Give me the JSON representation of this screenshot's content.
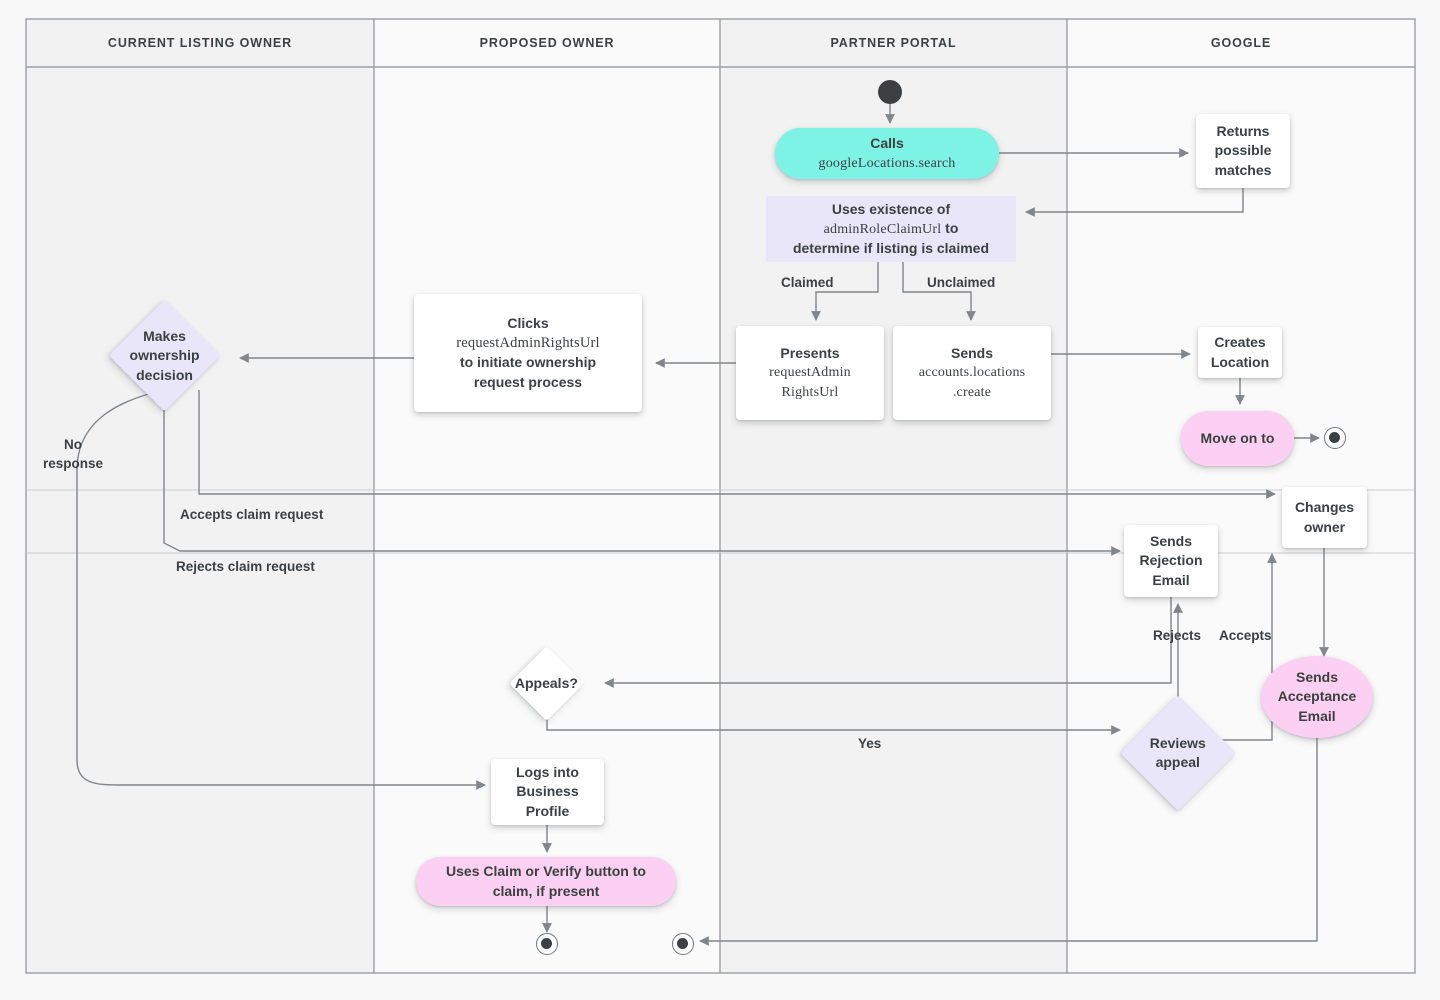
{
  "diagram": {
    "title": "Google Business Profile listing ownership transfer flow",
    "background": "#f8f8f8",
    "lane_fill_a": "#f2f2f2",
    "lane_fill_b": "#fafafa",
    "edge_color": "#80868b",
    "text_color": "#3c4043"
  },
  "lanes": [
    {
      "id": "current-listing-owner",
      "label": "CURRENT LISTING OWNER"
    },
    {
      "id": "proposed-owner",
      "label": "PROPOSED OWNER"
    },
    {
      "id": "partner-portal",
      "label": "PARTNER PORTAL"
    },
    {
      "id": "google",
      "label": "GOOGLE"
    }
  ],
  "nodes": {
    "start": {
      "name": "start-node",
      "shape": "filled-circle"
    },
    "calls_search": {
      "line1": "Calls",
      "line2": "googleLocations.search",
      "shape": "pill",
      "color": "#7df3e5"
    },
    "returns_matches": {
      "text": "Returns\npossible\nmatches",
      "shape": "box",
      "color": "#ffffff"
    },
    "uses_existence": {
      "line1": "Uses existence of",
      "line2": "adminRoleClaimUrl",
      "line2_suffix": " to",
      "line3": "determine if listing is claimed",
      "shape": "rect",
      "color": "#eae6f9"
    },
    "presents_url": {
      "line1": "Presents",
      "line2": "requestAdmin",
      "line3": "RightsUrl",
      "shape": "box",
      "color": "#ffffff"
    },
    "sends_create": {
      "line1": "Sends",
      "line2": "accounts.locations",
      "line3": ".create",
      "shape": "box",
      "color": "#ffffff"
    },
    "creates_location": {
      "text": "Creates\nLocation",
      "shape": "box",
      "color": "#ffffff"
    },
    "move_on_to": {
      "text": "Move on to",
      "shape": "pill",
      "color": "#fbd0f2"
    },
    "clicks_url": {
      "line1": "Clicks",
      "line2": "requestAdminRightsUrl",
      "line3": "to initiate ownership",
      "line4": "request process",
      "shape": "box",
      "color": "#ffffff"
    },
    "makes_decision": {
      "text": "Makes\nownership\ndecision",
      "shape": "diamond",
      "color": "#eae6f9"
    },
    "changes_owner": {
      "text": "Changes\nowner",
      "shape": "box",
      "color": "#ffffff"
    },
    "sends_rejection": {
      "text": "Sends\nRejection\nEmail",
      "shape": "box",
      "color": "#ffffff"
    },
    "sends_acceptance": {
      "text": "Sends\nAcceptance\nEmail",
      "shape": "ellipse",
      "color": "#fbd0f2"
    },
    "appeals": {
      "text": "Appeals?",
      "shape": "diamond",
      "color": "#ffffff"
    },
    "reviews_appeal": {
      "text": "Reviews\nappeal",
      "shape": "diamond",
      "color": "#eae6f9"
    },
    "logs_into": {
      "text": "Logs into\nBusiness\nProfile",
      "shape": "box",
      "color": "#ffffff"
    },
    "uses_claim_verify": {
      "line1": "Uses Claim or Verify button to",
      "line2": "claim, if present",
      "shape": "pill",
      "color": "#fbd0f2"
    },
    "end_google": {
      "name": "end-node-google",
      "shape": "ringed-circle"
    },
    "end_proposed": {
      "name": "end-node-proposed",
      "shape": "ringed-circle"
    },
    "end_partner": {
      "name": "end-node-partner",
      "shape": "ringed-circle"
    }
  },
  "edge_labels": {
    "claimed": "Claimed",
    "unclaimed": "Unclaimed",
    "no_response": "No\nresponse",
    "accepts_claim": "Accepts claim request",
    "rejects_claim": "Rejects claim request",
    "rejects": "Rejects",
    "accepts": "Accepts",
    "yes": "Yes"
  }
}
